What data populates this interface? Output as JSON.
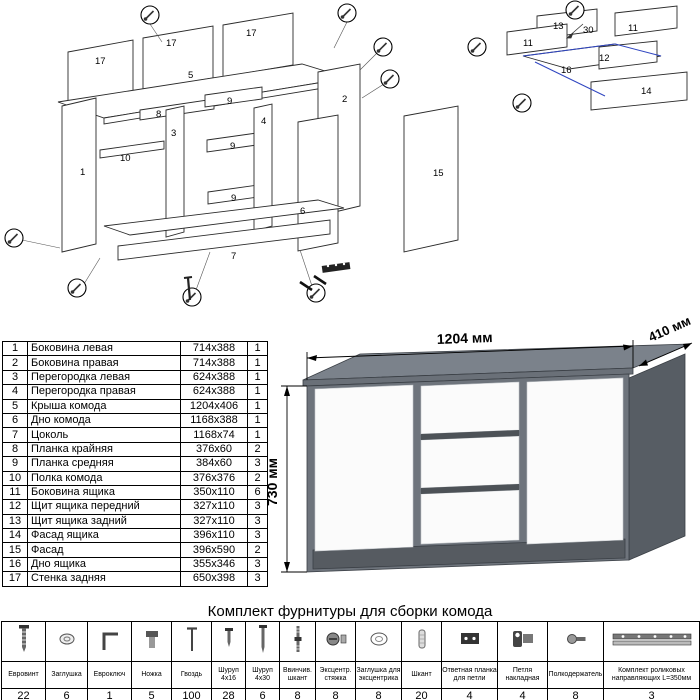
{
  "parts_table": {
    "rows": [
      {
        "num": "1",
        "name": "Боковина левая",
        "size": "714x388",
        "qty": "1"
      },
      {
        "num": "2",
        "name": "Боковина правая",
        "size": "714x388",
        "qty": "1"
      },
      {
        "num": "3",
        "name": "Перегородка левая",
        "size": "624x388",
        "qty": "1"
      },
      {
        "num": "4",
        "name": "Перегородка правая",
        "size": "624x388",
        "qty": "1"
      },
      {
        "num": "5",
        "name": "Крыша комода",
        "size": "1204x406",
        "qty": "1"
      },
      {
        "num": "6",
        "name": "Дно комода",
        "size": "1168x388",
        "qty": "1"
      },
      {
        "num": "7",
        "name": "Цоколь",
        "size": "1168x74",
        "qty": "1"
      },
      {
        "num": "8",
        "name": "Планка крайняя",
        "size": "376x60",
        "qty": "2"
      },
      {
        "num": "9",
        "name": "Планка средняя",
        "size": "384x60",
        "qty": "3"
      },
      {
        "num": "10",
        "name": "Полка комода",
        "size": "376x376",
        "qty": "2"
      },
      {
        "num": "11",
        "name": "Боковина ящика",
        "size": "350x110",
        "qty": "6"
      },
      {
        "num": "12",
        "name": "Щит ящика передний",
        "size": "327x110",
        "qty": "3"
      },
      {
        "num": "13",
        "name": "Щит ящика задний",
        "size": "327x110",
        "qty": "3"
      },
      {
        "num": "14",
        "name": "Фасад ящика",
        "size": "396x110",
        "qty": "3"
      },
      {
        "num": "15",
        "name": "Фасад",
        "size": "396x590",
        "qty": "2"
      },
      {
        "num": "16",
        "name": "Дно ящика",
        "size": "355x346",
        "qty": "3"
      },
      {
        "num": "17",
        "name": "Стенка задняя",
        "size": "650x398",
        "qty": "3"
      }
    ]
  },
  "hardware": {
    "title": "Комплект фурнитуры для сборки комода",
    "items": [
      {
        "name": "Евровинт",
        "qty": "22"
      },
      {
        "name": "Заглушка",
        "qty": "6"
      },
      {
        "name": "Евроключ",
        "qty": "1"
      },
      {
        "name": "Ножка",
        "qty": "5"
      },
      {
        "name": "Гвоздь",
        "qty": "100"
      },
      {
        "name": "Шуруп 4x16",
        "qty": "28"
      },
      {
        "name": "Шуруп 4x30",
        "qty": "6"
      },
      {
        "name": "Ввинчив. шкант",
        "qty": "8"
      },
      {
        "name": "Эксцентр. стяжка",
        "qty": "8"
      },
      {
        "name": "Заглушка для эксцентрика",
        "qty": "8"
      },
      {
        "name": "Шкант",
        "qty": "20"
      },
      {
        "name": "Ответная планка для петли",
        "qty": "4"
      },
      {
        "name": "Петля накладная",
        "qty": "4"
      },
      {
        "name": "Полкодержатель",
        "qty": "8"
      },
      {
        "name": "Комплект роликовых направляющих L=350мм",
        "qty": "3"
      }
    ]
  },
  "render": {
    "dim_width": "1204 мм",
    "dim_depth": "410 мм",
    "dim_height": "730 мм"
  },
  "exploded_main": {
    "labels": [
      "17",
      "17",
      "17",
      "5",
      "8",
      "3",
      "9",
      "4",
      "2",
      "9",
      "10",
      "1",
      "9",
      "15",
      "7",
      "6"
    ]
  },
  "exploded_drawer": {
    "labels": [
      "13",
      "11",
      "11",
      "12",
      "16",
      "14",
      "30"
    ]
  },
  "colors": {
    "carcass": "#6e747c",
    "carcass_top": "#7b828b",
    "carcass_side": "#575d64",
    "plinth": "#565b61",
    "front": "#fbfbfb",
    "line": "#2b2b2b",
    "blue_guide": "#2f45c0"
  }
}
